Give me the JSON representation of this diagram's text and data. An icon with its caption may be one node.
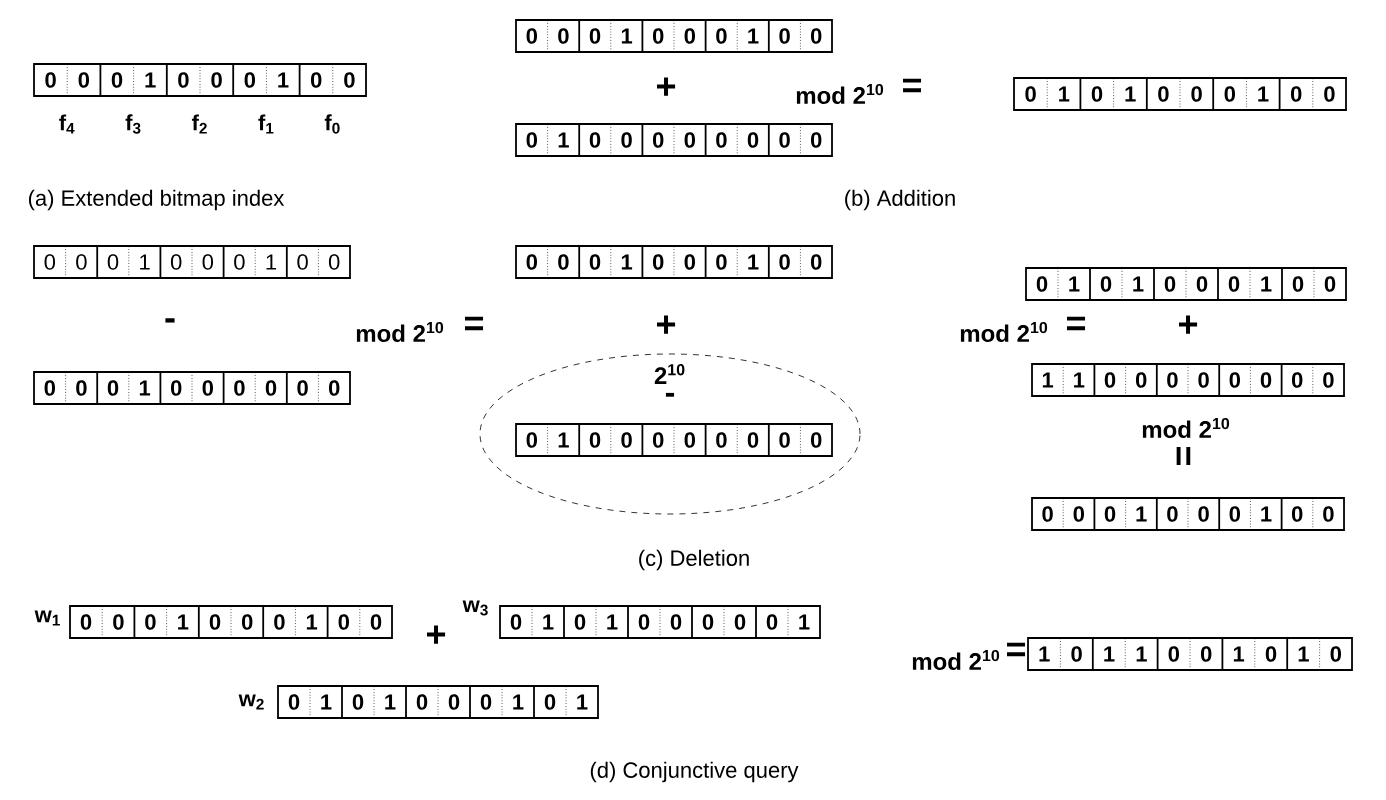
{
  "diagram": {
    "nodes": [
      {
        "text": [
          "0",
          "0",
          "0",
          "1",
          "0",
          "0",
          "0",
          "1",
          "0",
          "0"
        ],
        "beside": [
          "f$_{4}$",
          "f$_{3}$",
          "f$_{2}$",
          "f$_{1}$",
          "f$_{0}$"
        ]
      },
      {
        "text": [
          "0",
          "0",
          "0",
          "1",
          "0",
          "0",
          "0",
          "1",
          "0",
          "0"
        ]
      },
      {
        "text": [
          "0",
          "1",
          "0",
          "0",
          "0",
          "0",
          "0",
          "0",
          "0",
          "0"
        ]
      },
      {
        "text": [
          "0",
          "1",
          "0",
          "1",
          "0",
          "0",
          "0",
          "1",
          "0",
          "0"
        ]
      },
      {
        "text": [
          "0",
          "0",
          "0",
          "1",
          "0",
          "0",
          "0",
          "1",
          "0",
          "0"
        ]
      },
      {
        "text": [
          "0",
          "0",
          "0",
          "1",
          "0",
          "0",
          "0",
          "1",
          "0",
          "0"
        ]
      },
      {
        "text": [
          "0",
          "1",
          "0",
          "1",
          "0",
          "0",
          "0",
          "1",
          "0",
          "0"
        ]
      },
      {
        "text": [
          "0",
          "0",
          "0",
          "1",
          "0",
          "0",
          "0",
          "0",
          "0",
          "0"
        ]
      },
      {
        "text": [
          "1",
          "1",
          "0",
          "0",
          "0",
          "0",
          "0",
          "0",
          "0",
          "0"
        ]
      },
      {
        "text": [
          "2$^{10}$",
          "-"
        ]
      },
      {
        "text": [
          "0",
          "1",
          "0",
          "0",
          "0",
          "0",
          "0",
          "0",
          "0",
          "0"
        ],
        "in": 9
      },
      {
        "text": [
          "0",
          "0",
          "0",
          "1",
          "0",
          "0",
          "0",
          "1",
          "0",
          "0"
        ]
      },
      {
        "text": [
          "0",
          "0",
          "0",
          "1",
          "0",
          "0",
          "0",
          "1",
          "0",
          "0"
        ],
        "beside": [
          "w$_{1}$"
        ]
      },
      {
        "text": [
          "0",
          "1",
          "0",
          "1",
          "0",
          "0",
          "0",
          "0",
          "0",
          "1"
        ],
        "beside": [
          "w$_{3}$"
        ]
      },
      {
        "text": [
          "0",
          "1",
          "0",
          "1",
          "0",
          "0",
          "0",
          "1",
          "0",
          "1"
        ],
        "beside": [
          "w$_{2}$"
        ]
      },
      {
        "text": [
          "1",
          "0",
          "1",
          "1",
          "0",
          "0",
          "1",
          "0",
          "1",
          "0"
        ]
      }
    ],
    "labels": [
      "+",
      "mod 2$^{10}$",
      "=",
      "(a) Extended bitmap index",
      "(b) Addition",
      "-",
      "mod 2$^{10}$",
      "=",
      "+",
      "mod 2$^{10}$",
      "=",
      "+",
      "mod 2$^{10}$",
      "=",
      "(c) Deletion",
      "+",
      "mod 2$^{10}$",
      "=",
      "(d) Conjunctive query"
    ]
  }
}
